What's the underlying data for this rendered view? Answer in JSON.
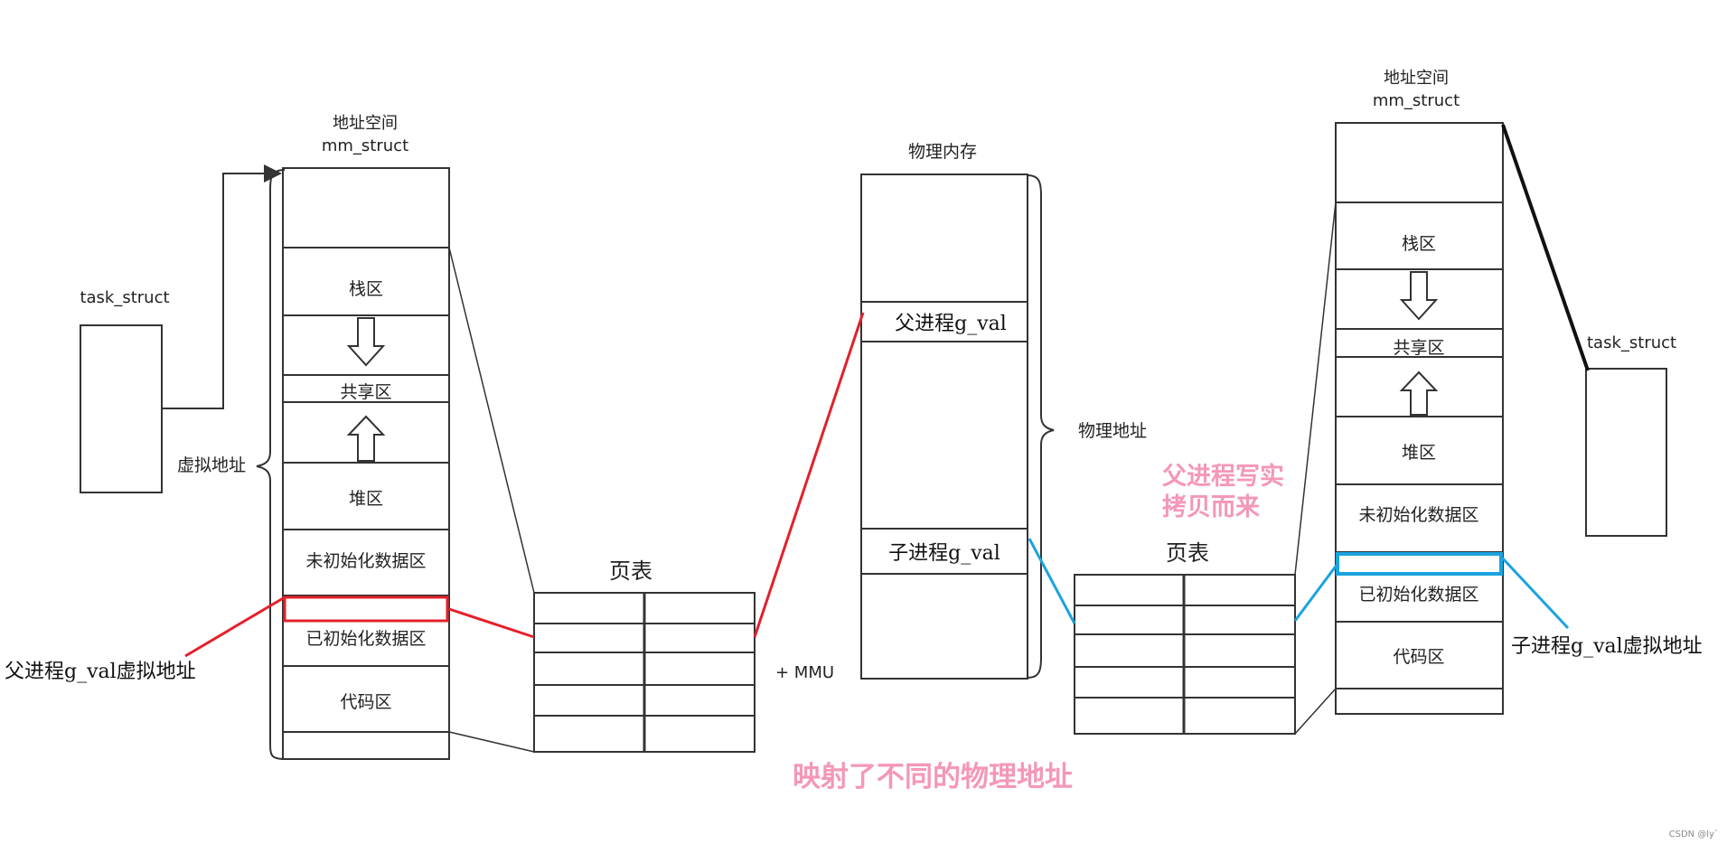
{
  "left": {
    "task_struct_label": "task_struct",
    "address_space_line1": "地址空间",
    "address_space_line2": "mm_struct",
    "virtual_address_label": "虚拟地址",
    "segments": {
      "stack": "栈区",
      "shared": "共享区",
      "heap": "堆区",
      "bss": "未初始化数据区",
      "data": "已初始化数据区",
      "code": "代码区"
    },
    "parent_gval_virtual_label": "父进程g_val虚拟地址",
    "page_table_label": "页表",
    "mmu_label": "+ MMU"
  },
  "physical": {
    "title": "物理内存",
    "parent_gval": "父进程g_val",
    "child_gval": "子进程g_val",
    "physical_address_label": "物理地址"
  },
  "right": {
    "task_struct_label": "task_struct",
    "address_space_line1": "地址空间",
    "address_space_line2": "mm_struct",
    "segments": {
      "stack": "栈区",
      "shared": "共享区",
      "heap": "堆区",
      "bss": "未初始化数据区",
      "data": "已初始化数据区",
      "code": "代码区"
    },
    "child_gval_virtual_label": "子进程g_val虚拟地址",
    "page_table_label": "页表"
  },
  "annotations": {
    "copy_on_write_line1": "父进程写实",
    "copy_on_write_line2": "拷贝而来",
    "mapped_different": "映射了不同的物理地址"
  },
  "watermark": "CSDN @ly`",
  "colors": {
    "red_mapping": "#e3212b",
    "blue_mapping": "#1aa3e0",
    "pink_annotation": "#f497b8",
    "outline": "#333333"
  }
}
